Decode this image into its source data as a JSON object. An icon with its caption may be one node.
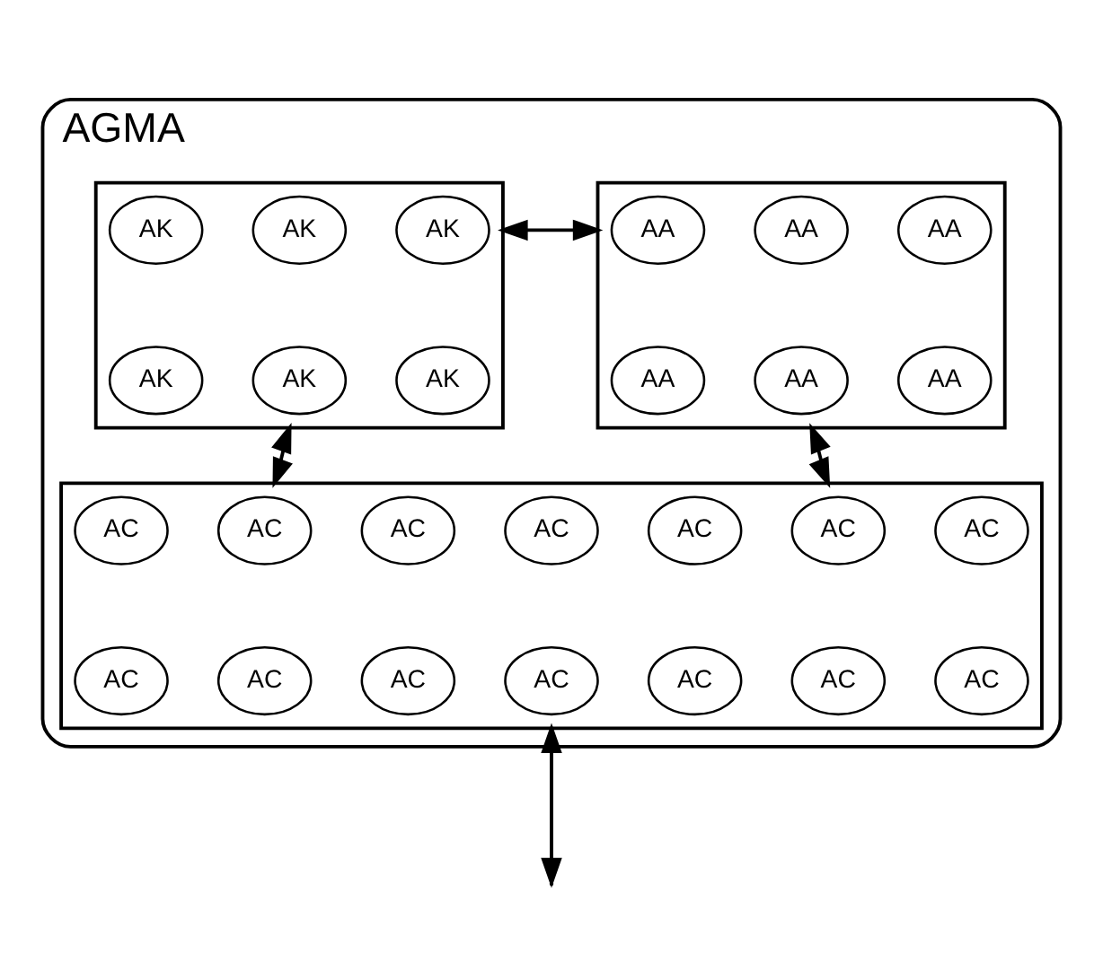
{
  "diagram": {
    "nodes": [
      {
        "text": [
          "AGMA"
        ]
      },
      {
        "text": [],
        "shape": "box",
        "in": 0
      },
      {
        "text": [
          "AA"
        ],
        "in": 1
      },
      {
        "text": [
          "AA"
        ],
        "in": 1
      },
      {
        "text": [
          "AA"
        ],
        "in": 1
      },
      {
        "text": [
          "AA"
        ],
        "in": 1
      },
      {
        "text": [
          "AA"
        ],
        "in": 1
      },
      {
        "text": [
          "AA"
        ],
        "in": 1
      },
      {
        "text": [],
        "shape": "box",
        "in": 0
      },
      {
        "text": [
          "AK"
        ],
        "in": 8
      },
      {
        "text": [
          "AK"
        ],
        "in": 8
      },
      {
        "text": [
          "AK"
        ],
        "in": 8
      },
      {
        "text": [
          "AK"
        ],
        "in": 8
      },
      {
        "text": [
          "AK"
        ],
        "in": 8
      },
      {
        "text": [
          "AK"
        ],
        "in": 8
      },
      {
        "text": [],
        "shape": "box",
        "in": 0
      },
      {
        "text": [
          "AC"
        ],
        "in": 15
      },
      {
        "text": [
          "AC"
        ],
        "in": 15
      },
      {
        "text": [
          "AC"
        ],
        "in": 15
      },
      {
        "text": [
          "AC"
        ],
        "in": 15
      },
      {
        "text": [
          "AC"
        ],
        "in": 15
      },
      {
        "text": [
          "AC"
        ],
        "in": 15
      },
      {
        "text": [
          "AC"
        ],
        "in": 15
      },
      {
        "text": [
          "AC"
        ],
        "in": 15
      },
      {
        "text": [
          "AC"
        ],
        "in": 15
      },
      {
        "text": [
          "AC"
        ],
        "in": 15
      },
      {
        "text": [
          "AC"
        ],
        "in": 15
      },
      {
        "text": [
          "AC"
        ],
        "in": 15
      },
      {
        "text": [
          "AC"
        ],
        "in": 15
      },
      {
        "text": [
          "AC"
        ],
        "in": 15
      }
    ],
    "edges": [
      {
        "from": 1,
        "to": 8,
        "arrow": "both"
      },
      {
        "from": 1,
        "to": 15,
        "arrow": "both"
      },
      {
        "from": 8,
        "to": 15,
        "arrow": "both"
      },
      {
        "from": 15,
        "to": null,
        "arrow": "both"
      }
    ]
  }
}
